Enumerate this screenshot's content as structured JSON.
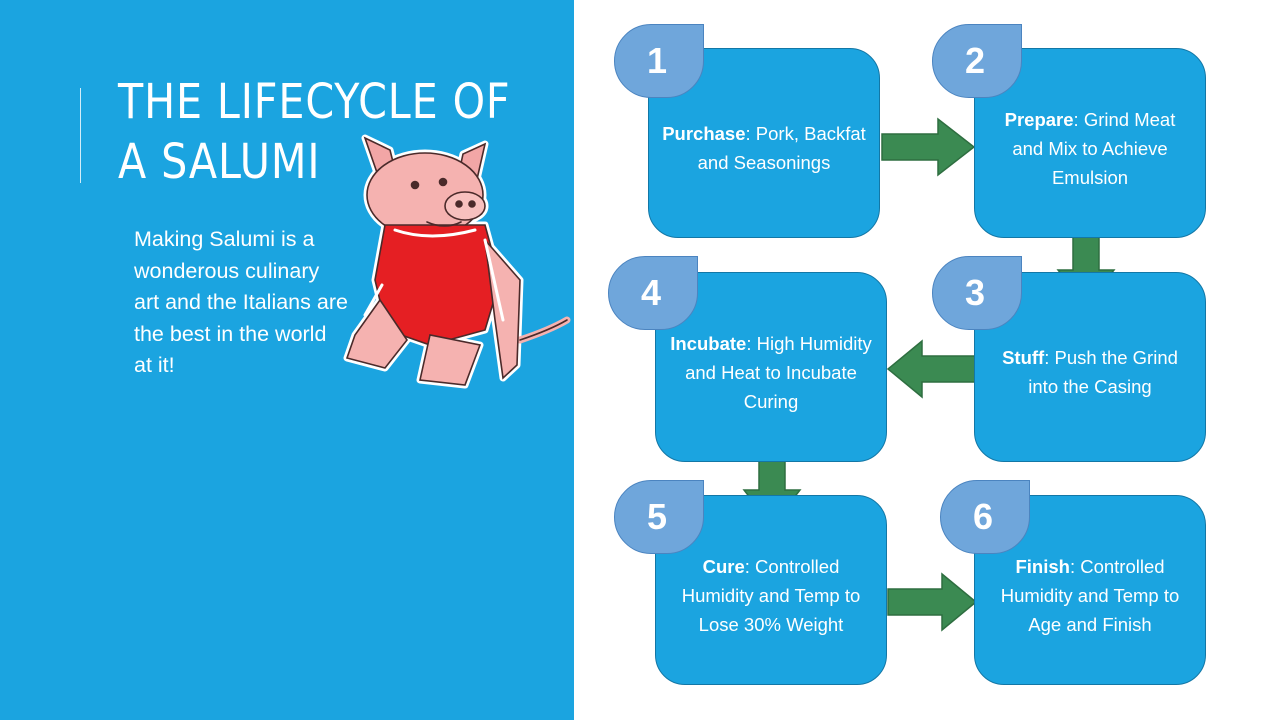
{
  "title": "THE LIFECYCLE OF A SALUMI",
  "title_line1": "THE LIFECYCLE OF",
  "title_line2": "A SALUMI",
  "body": "Making Salumi is a wonderous culinary art and the Italians are the best in the world at it!",
  "colors": {
    "panel": "#1ba4e0",
    "box": "#1ba4e0",
    "badge": "#6fa6db",
    "arrow": "#3b8a52",
    "text": "#ffffff"
  },
  "steps": [
    {
      "number": "1",
      "label": "Purchase",
      "description": ": Pork, Backfat and Seasonings"
    },
    {
      "number": "2",
      "label": "Prepare",
      "description": ": Grind Meat and Mix to Achieve Emulsion"
    },
    {
      "number": "3",
      "label": "Stuff",
      "description": ": Push the Grind into the Casing"
    },
    {
      "number": "4",
      "label": "Incubate",
      "description": ": High Humidity and Heat to Incubate Curing"
    },
    {
      "number": "5",
      "label": "Cure",
      "description": ": Controlled Humidity and Temp to Lose 30% Weight"
    },
    {
      "number": "6",
      "label": "Finish",
      "description": ": Controlled Humidity and Temp to Age and Finish"
    }
  ],
  "illustration": "pig-in-red-shirt-icon"
}
